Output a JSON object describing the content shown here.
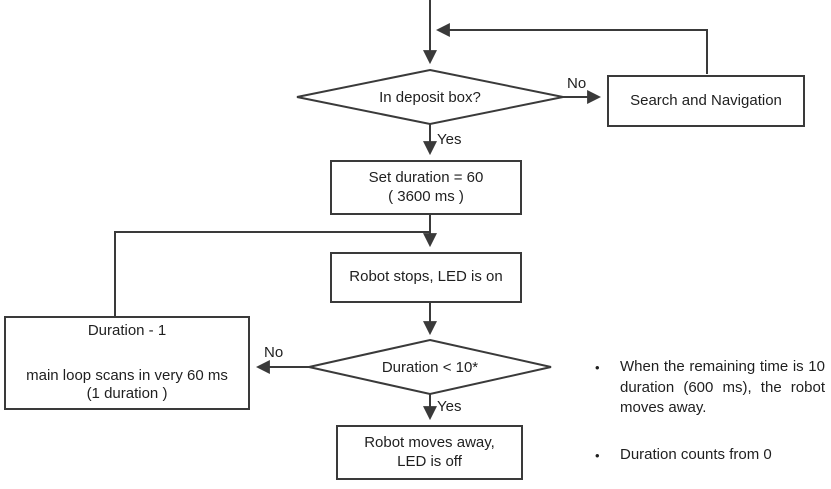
{
  "flowchart": {
    "decision_deposit": {
      "label": "In deposit box?"
    },
    "box_search": {
      "label": "Search and Navigation"
    },
    "box_set_duration": {
      "line1": "Set duration = 60",
      "line2": "( 3600 ms )"
    },
    "box_robot_stops": {
      "label": "Robot stops, LED is on"
    },
    "decision_duration": {
      "label": "Duration < 10*"
    },
    "box_duration_minus": {
      "line1": "Duration - 1",
      "line2": "main loop scans in very 60 ms",
      "line3": "(1 duration )"
    },
    "box_robot_moves": {
      "line1": "Robot moves away,",
      "line2": "LED is off"
    },
    "edge_labels": {
      "no_deposit": "No",
      "yes_deposit": "Yes",
      "no_duration": "No",
      "yes_duration": "Yes"
    }
  },
  "notes": {
    "bullet": "•",
    "items": [
      "When the remaining time is 10 duration (600 ms), the robot moves away.",
      "Duration counts from 0"
    ]
  },
  "colors": {
    "line": "#3a3a3a",
    "text": "#1f1f1f",
    "background": "#ffffff"
  }
}
